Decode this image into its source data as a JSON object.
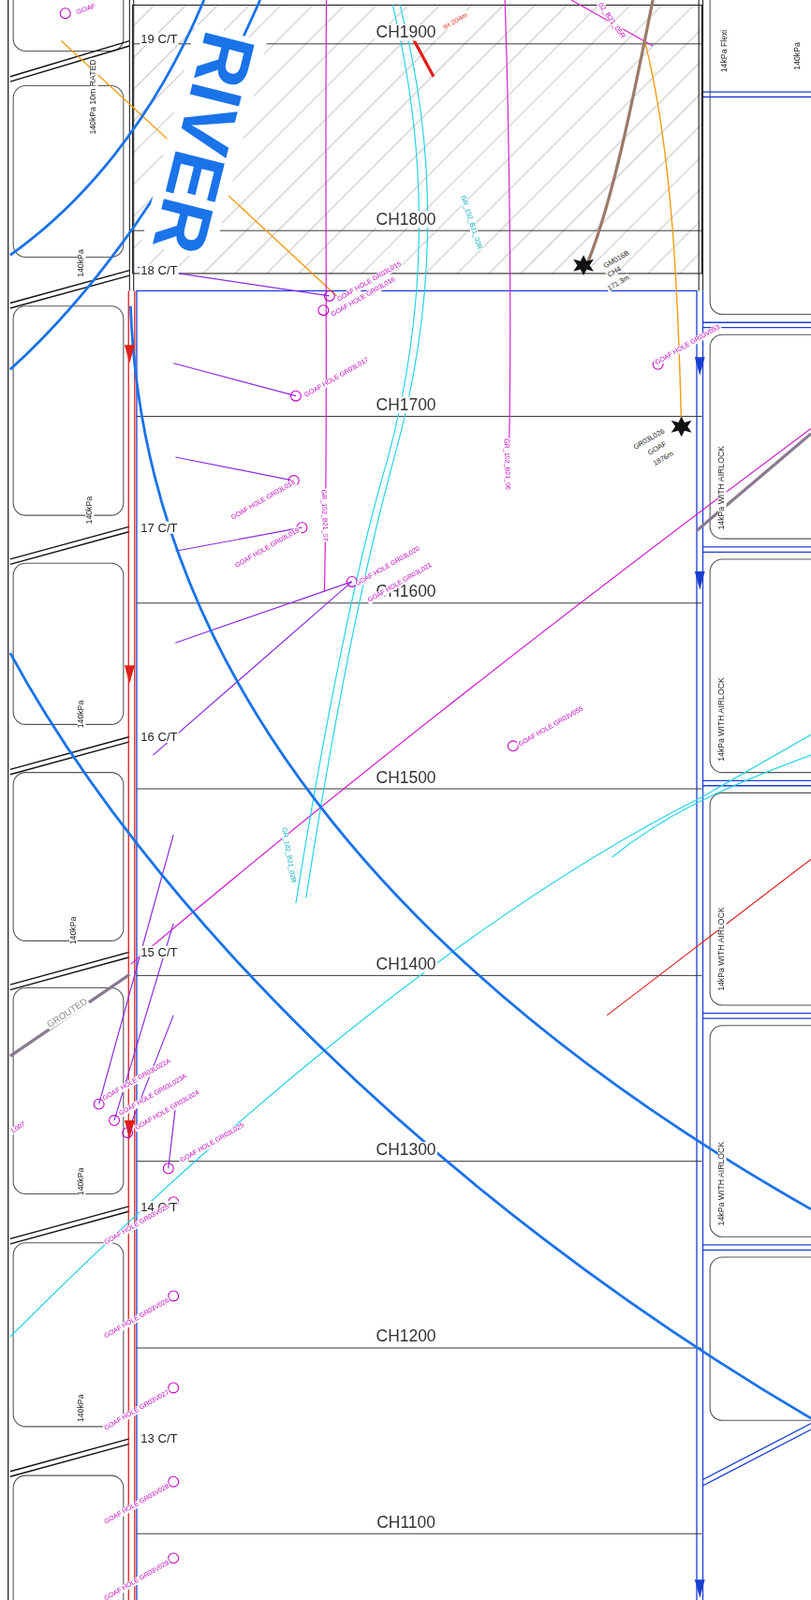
{
  "diagram": {
    "labels": [
      "RIVER",
      "CH1900",
      "CH1800",
      "CH1700",
      "CH1600",
      "CH1500",
      "CH1400",
      "CH1300",
      "CH1200",
      "CH1100",
      "19 C/T",
      "18 C/T",
      "17 C/T",
      "16 C/T",
      "15 C/T",
      "14 C/T",
      "13 C/T",
      "140kPa 10m RATED",
      "140kPa",
      "140kPa",
      "140kPa",
      "140kPa",
      "140kPa",
      "140kPa",
      "GROUTED",
      "14kPa Flexi",
      "140kPa",
      "14kPa WITH AIRLOCK",
      "14kPa WITH AIRLOCK",
      "14kPa WITH AIRLOCK",
      "14kPa WITH AIRLOCK",
      "GOAF HOLE GR03L015",
      "GOAF HOLE GR03L016",
      "GOAF HOLE GR03L017",
      "GOAF HOLE GR03L018",
      "GOAF HOLE GR03L019",
      "GOAF HOLE GR03L020",
      "GOAF HOLE GR03L021",
      "GOAF HOLE GR03V055",
      "GOAF HOLE GR03L022A",
      "GOAF HOLE GR03L023A",
      "GOAF HOLE GR03L024",
      "GOAF HOLE GR03L025",
      "GOAF HOLE GR03V025",
      "GOAF HOLE GR03V026",
      "GOAF HOLE GR03V027",
      "GOAF HOLE GR03V028",
      "GOAF HOLE GR03V029",
      "GOAF HOLE GR03V053",
      "GOAF",
      "L007",
      "GM016B",
      "CH4",
      "171.3m",
      "GR03L026",
      "GOAF",
      "1876m",
      "IH 204m",
      "GR_102_B21_03R",
      "GR_102_B21_07",
      "GR_102_B21_06",
      "GR_102_B21_02R",
      "02_B21_05R"
    ]
  }
}
